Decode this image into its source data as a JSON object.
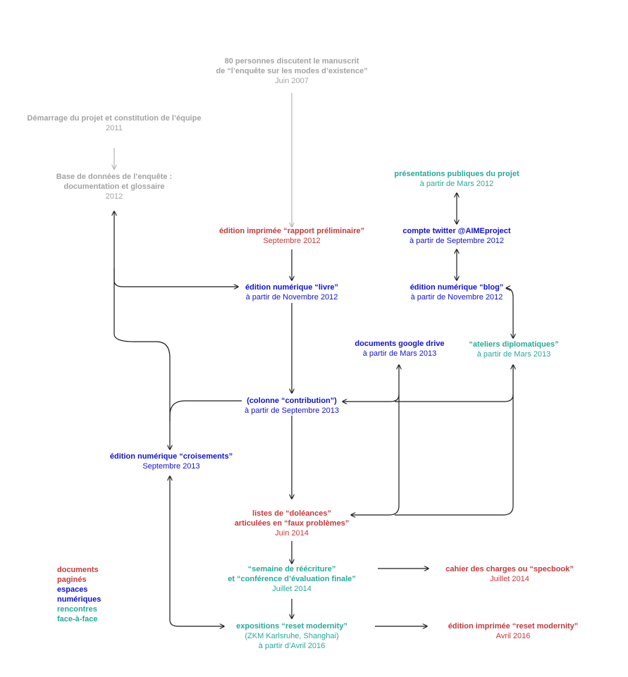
{
  "colors": {
    "gray": "#a3a3a3",
    "red": "#c8373b",
    "blue": "#1010d8",
    "teal": "#25a99a",
    "edge": "#1a1a1a",
    "edge_gray": "#b3b3b3"
  },
  "nodes": {
    "manuscrit": {
      "title": "80 personnes discutent le manuscrit\nde “l’enquête sur les modes d’existence”",
      "sub": "Juin 2007",
      "color": "gray"
    },
    "demarrage": {
      "title": "Démarrage du projet et constitution de l’équipe",
      "sub": "2011",
      "color": "gray"
    },
    "base": {
      "title": "Base de données de l’enquête :\ndocumentation et glossaire",
      "sub": "2012",
      "color": "gray"
    },
    "presentations": {
      "title": "présentations publiques du projet",
      "sub": "à partir de Mars 2012",
      "color": "teal"
    },
    "rapport": {
      "title": "édition imprimée “rapport préliminaire”",
      "sub": "Septembre 2012",
      "color": "red"
    },
    "twitter": {
      "title": "compte twitter @AIMEproject",
      "sub": "à partir de Septembre 2012",
      "color": "blue"
    },
    "livre": {
      "title": "édition numérique “livre”",
      "sub": "à partir de Novembre 2012",
      "color": "blue"
    },
    "blog": {
      "title": "édition numérique “blog”",
      "sub": "à partir de Novembre 2012",
      "color": "blue"
    },
    "google": {
      "title": "documents google drive",
      "sub": "à partir de Mars 2013",
      "color": "blue"
    },
    "ateliers": {
      "title": "“ateliers diplomatiques”",
      "sub": "à partir de Mars 2013",
      "color": "teal"
    },
    "contribution": {
      "title": "(colonne “contribution”)",
      "sub": "à partir de Septembre 2013",
      "color": "blue"
    },
    "croisements": {
      "title": "édition numérique “croisements”",
      "sub": "Septembre 2013",
      "color": "blue"
    },
    "doleances": {
      "title": "listes de “doléances”\narticulées en “faux problèmes”",
      "sub": "Juin 2014",
      "color": "red"
    },
    "semaine": {
      "title": "“semaine de réécriture”\net “conférence d’évaluation finale”",
      "sub": "Juillet 2014",
      "color": "teal"
    },
    "specbook": {
      "title": "cahier des charges ou “specbook”",
      "sub": "Juillet 2014",
      "color": "red"
    },
    "expositions": {
      "title": "expositions “reset modernity”",
      "sub": "(ZKM Karlsruhe, Shanghai)\nà partir d’Avril 2016",
      "color": "teal"
    },
    "imprimee_reset": {
      "title": "édition imprimée “reset modernity”",
      "sub": "Avril 2016",
      "color": "red"
    }
  },
  "legend": [
    {
      "label": "documents",
      "color": "red"
    },
    {
      "label": "paginés",
      "color": "red"
    },
    {
      "label": "espaces",
      "color": "blue"
    },
    {
      "label": "numériques",
      "color": "blue"
    },
    {
      "label": "rencontres",
      "color": "teal"
    },
    {
      "label": "face-à-face",
      "color": "teal"
    }
  ]
}
